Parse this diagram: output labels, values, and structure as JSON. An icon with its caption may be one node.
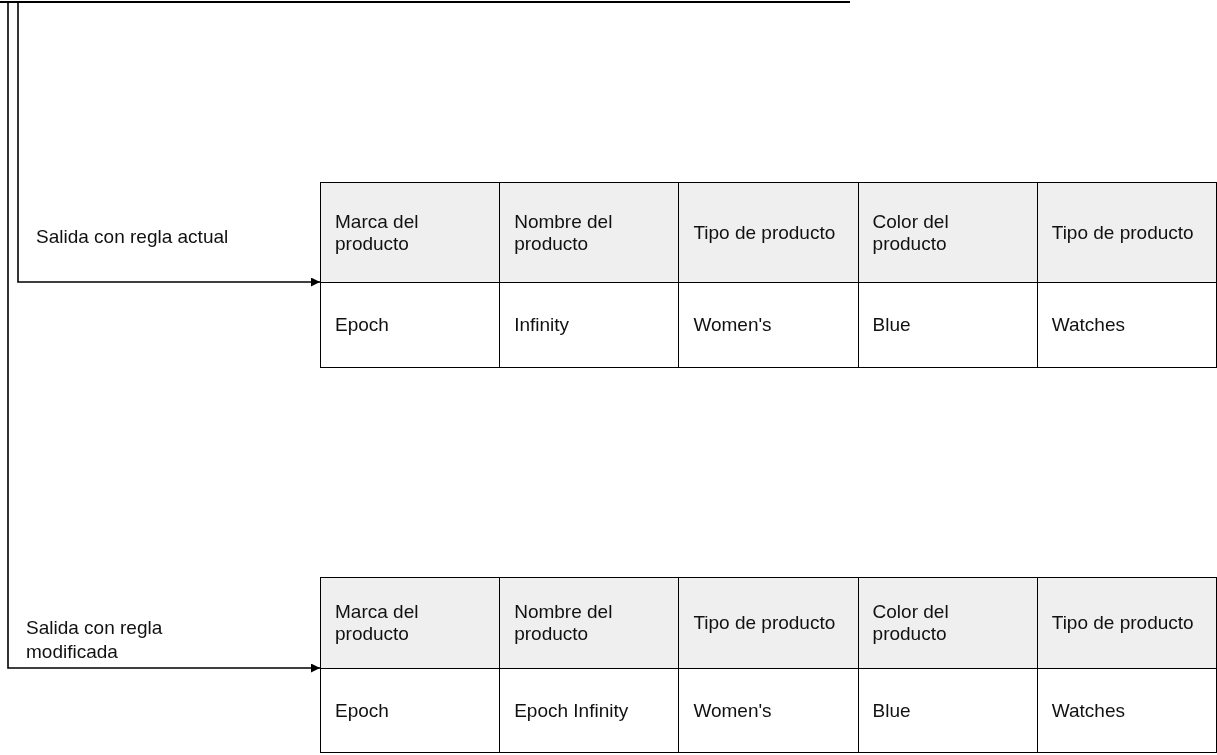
{
  "diagram": {
    "nodes": [
      {
        "text": [],
        "shape": "box"
      },
      {
        "text": [
          "Marca del producto",
          "Nombre del producto",
          "Tipo de producto",
          "Color del producto",
          "Tipo de producto",
          "Epoch",
          "Infinity",
          "Women's",
          "Blue",
          "Watches"
        ]
      },
      {
        "text": [
          "Marca del producto",
          "Nombre del producto",
          "Tipo de producto",
          "Color del producto",
          "Tipo de producto",
          "Epoch",
          "Epoch Infinity",
          "Women's",
          "Blue",
          "Watches"
        ]
      }
    ],
    "edges": [
      {
        "from": 0,
        "to": 1,
        "arrow": "to",
        "label": "Salida con regla actual"
      },
      {
        "from": 0,
        "to": 2,
        "arrow": "to",
        "label": "Salida con regla modificada"
      }
    ]
  }
}
